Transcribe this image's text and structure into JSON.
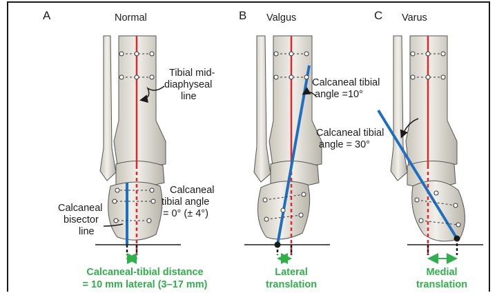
{
  "panels": [
    {
      "letter": "A",
      "title": "Normal"
    },
    {
      "letter": "B",
      "title": "Valgus"
    },
    {
      "letter": "C",
      "title": "Varus"
    }
  ],
  "labels": {
    "tibial_mid_1": "Tibial mid-",
    "tibial_mid_2": "diaphyseal",
    "tibial_mid_3": "line",
    "calc_bisector_1": "Calcaneal",
    "calc_bisector_2": "bisector",
    "calc_bisector_3": "line",
    "angle_a_1": "Calcaneal",
    "angle_a_2": "tibial angle",
    "angle_a_3": "= 0° (± 4°)",
    "angle_b_1": "Calcaneal tibial",
    "angle_b_2": "angle =10°",
    "angle_c_1": "Calcaneal tibial",
    "angle_c_2": "angle = 30°"
  },
  "captions": {
    "a_1": "Calcaneal-tibial distance",
    "a_2": "= 10 mm lateral (3–17 mm)",
    "b_1": "Lateral",
    "b_2": "translation",
    "c_1": "Medial",
    "c_2": "translation"
  },
  "colors": {
    "tibial_line": "#e0262c",
    "calcaneal_line": "#1f6fc1",
    "arrow_green": "#2fb04a",
    "bone": "#e6e3da"
  }
}
